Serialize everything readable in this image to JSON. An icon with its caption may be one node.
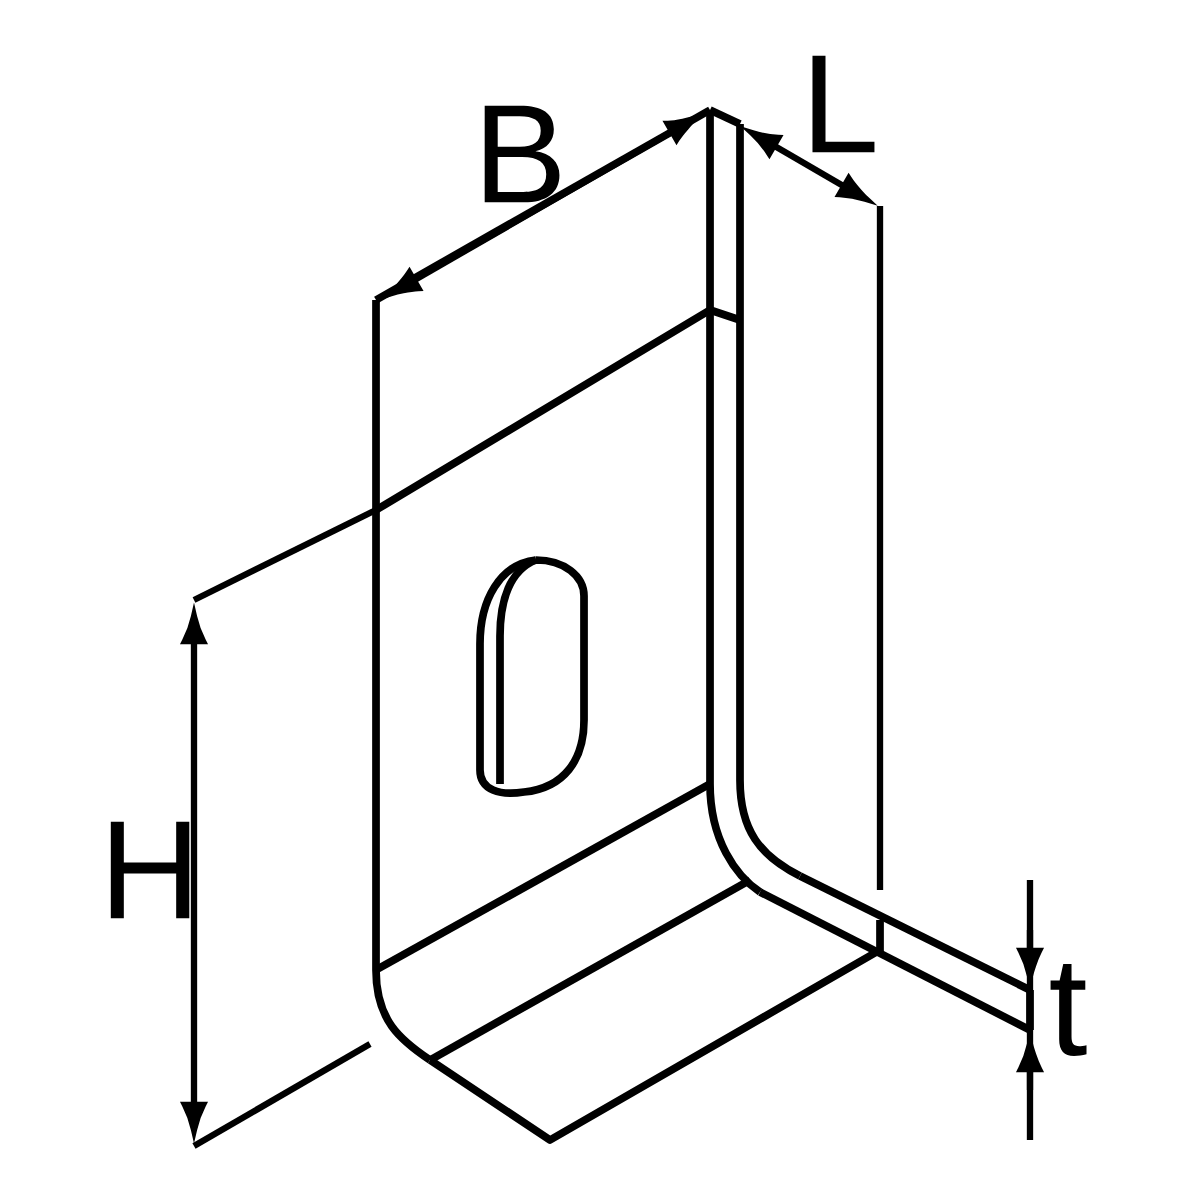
{
  "diagram": {
    "labels": [
      "B",
      "L",
      "H",
      "t"
    ]
  }
}
